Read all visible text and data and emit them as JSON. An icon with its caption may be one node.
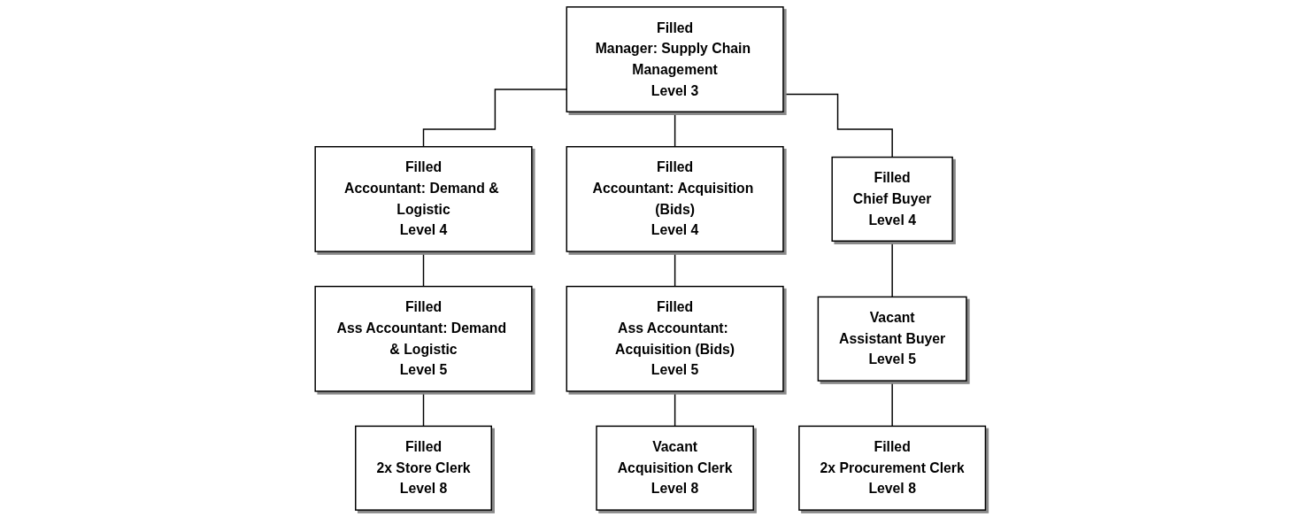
{
  "diagram": {
    "nodes": [
      {
        "text": [
          "Filled",
          "Manager: Supply Chain Management",
          "Level 3"
        ]
      },
      {
        "text": [
          "Filled",
          "Accountant: Demand & Logistic",
          "Level 4"
        ]
      },
      {
        "text": [
          "Filled",
          "Accountant: Acquisition (Bids)",
          "Level 4"
        ]
      },
      {
        "text": [
          "Filled",
          "Chief Buyer",
          "Level 4"
        ]
      },
      {
        "text": [
          "Filled",
          "Ass Accountant: Demand & Logistic",
          "Level 5"
        ]
      },
      {
        "text": [
          "Filled",
          "Ass Accountant: Acquisition (Bids)",
          "Level 5"
        ]
      },
      {
        "text": [
          "Vacant",
          "Assistant Buyer",
          "Level 5"
        ]
      },
      {
        "text": [
          "Filled",
          "2x Store Clerk",
          "Level 8"
        ]
      },
      {
        "text": [
          "Vacant",
          "Acquisition Clerk",
          "Level 8"
        ]
      },
      {
        "text": [
          "Filled",
          "2x Procurement Clerk",
          "Level 8"
        ]
      }
    ],
    "edges": [
      {
        "from": 0,
        "to": 1,
        "arrow": "none"
      },
      {
        "from": 0,
        "to": 2,
        "arrow": "none"
      },
      {
        "from": 0,
        "to": 3,
        "arrow": "none"
      },
      {
        "from": 1,
        "to": 4,
        "arrow": "none"
      },
      {
        "from": 2,
        "to": 5,
        "arrow": "none"
      },
      {
        "from": 3,
        "to": 6,
        "arrow": "none"
      },
      {
        "from": 4,
        "to": 7,
        "arrow": "none"
      },
      {
        "from": 5,
        "to": 8,
        "arrow": "none"
      },
      {
        "from": 6,
        "to": 9,
        "arrow": "none"
      }
    ]
  }
}
